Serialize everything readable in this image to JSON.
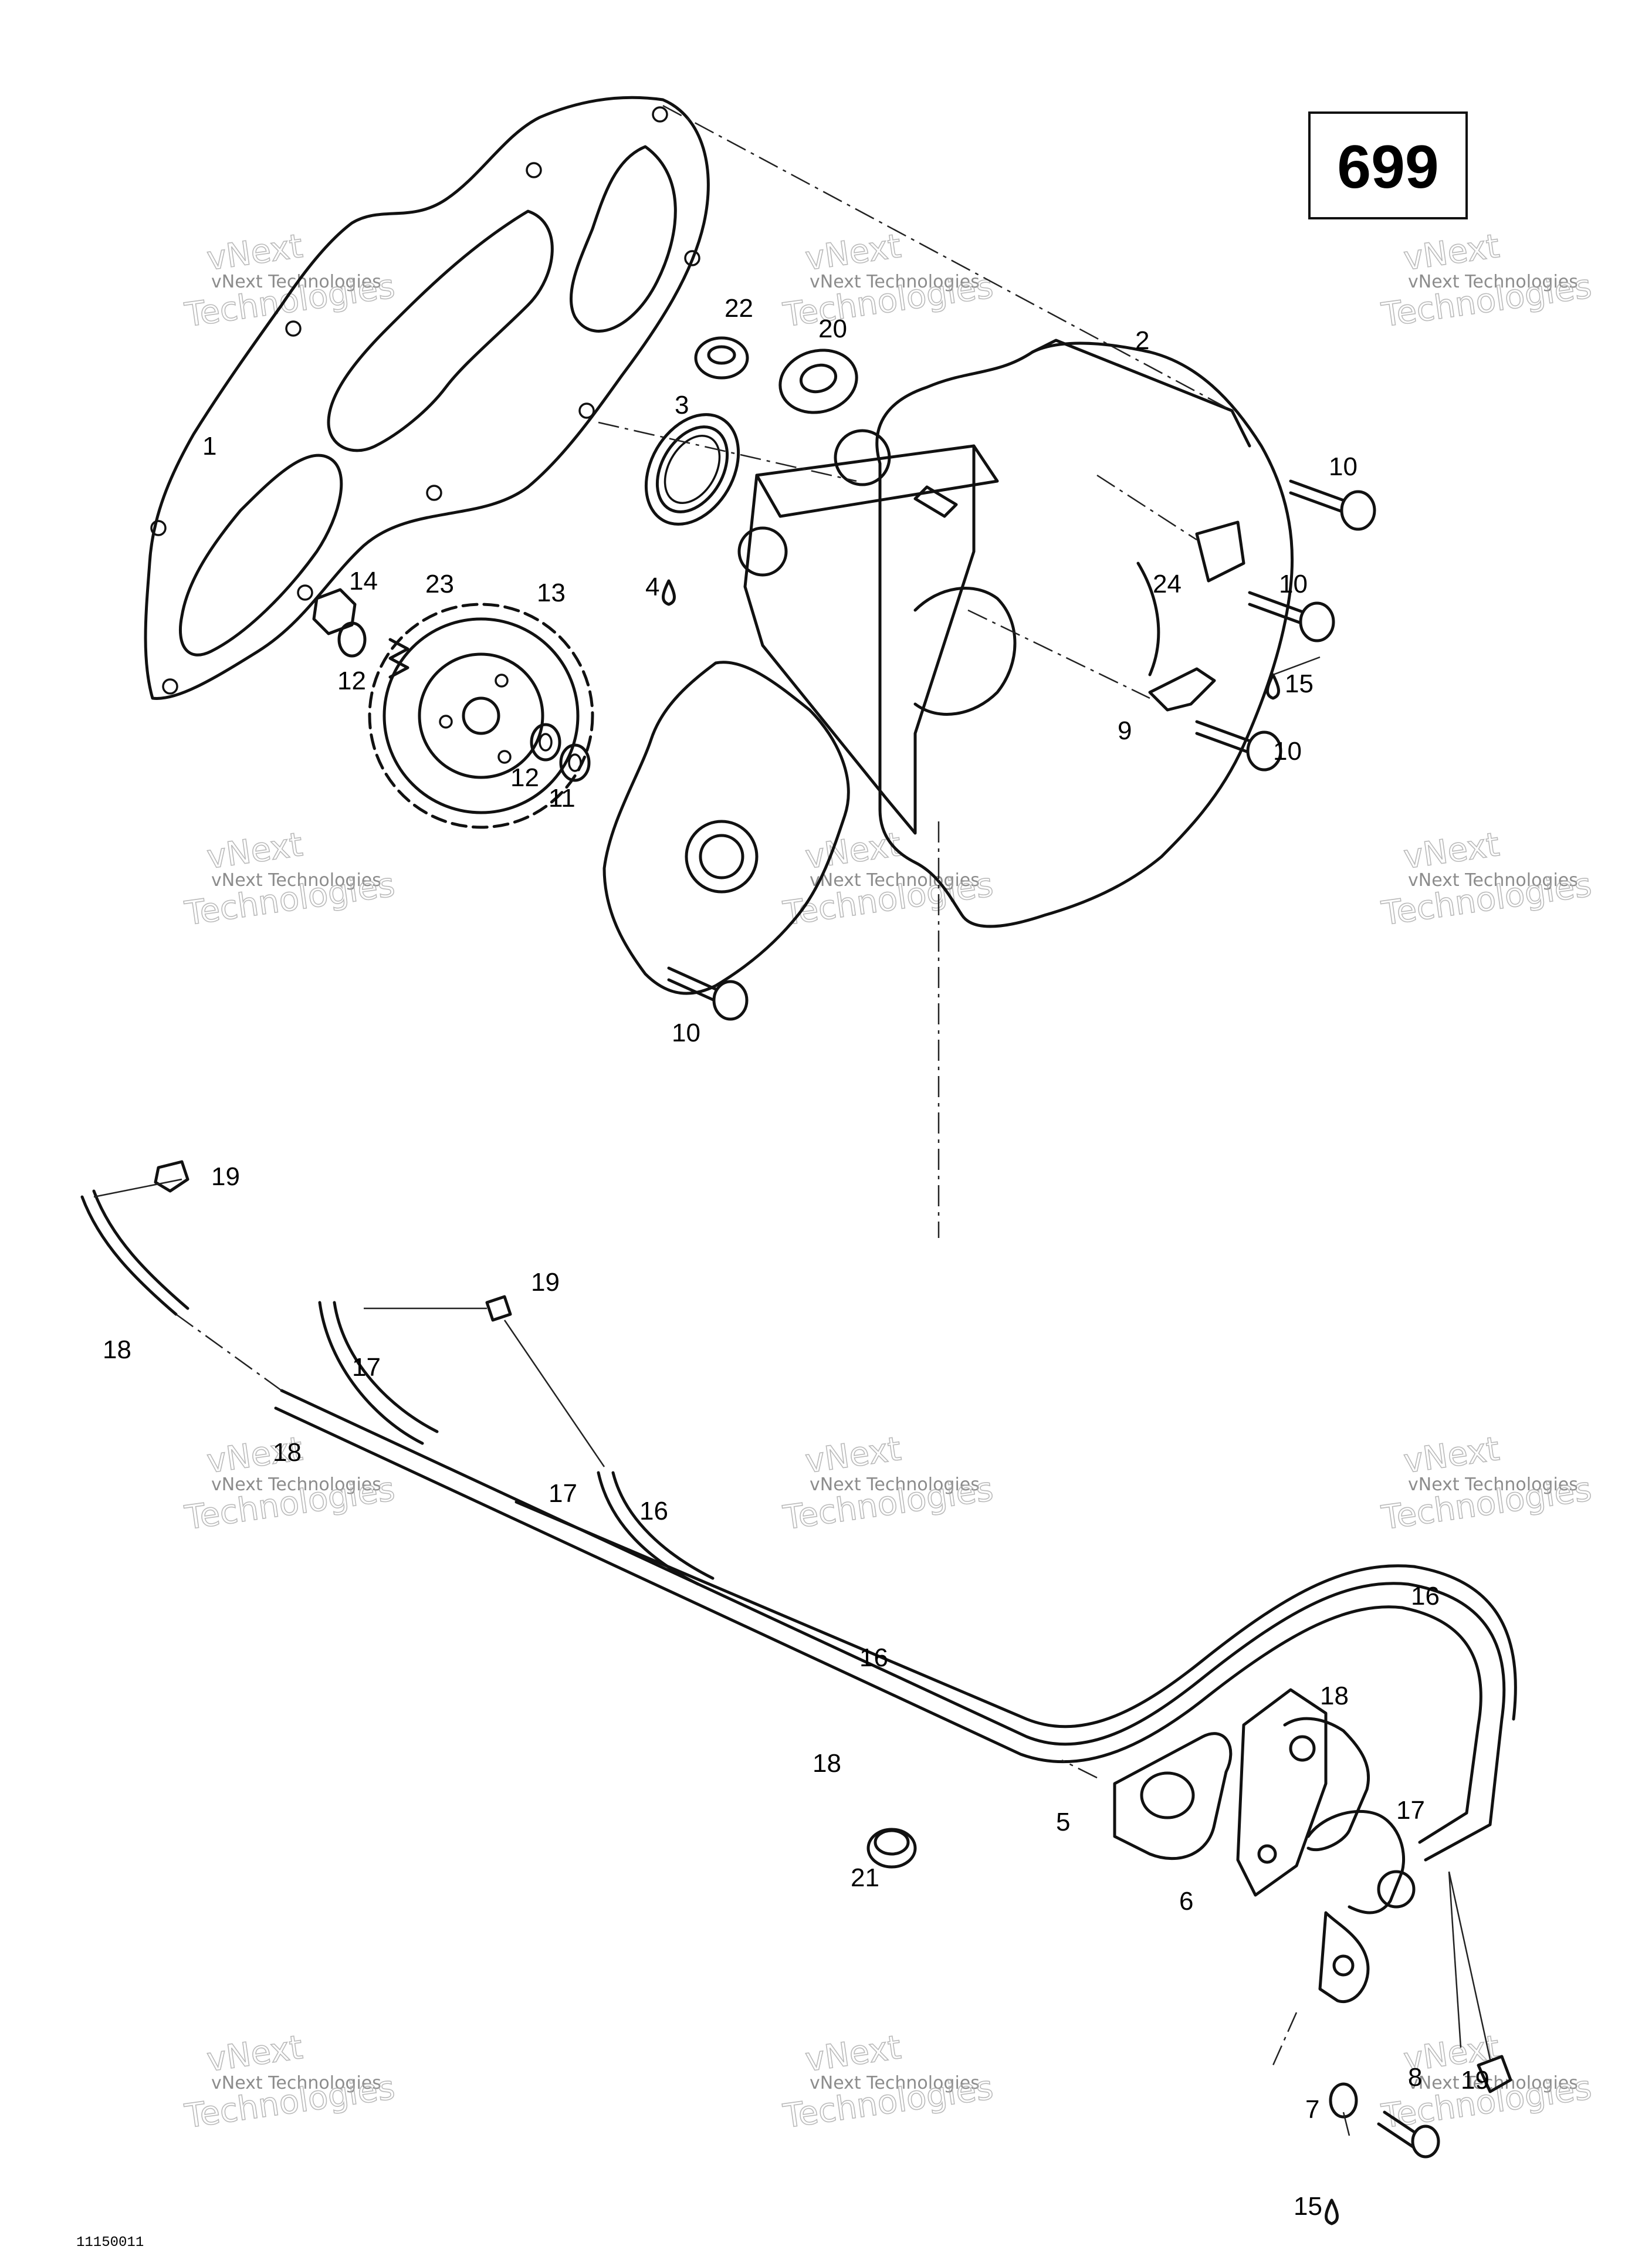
{
  "diagram_ref": "699",
  "image_code": "11150011",
  "watermark": {
    "line1": "vNext Technologies",
    "line2": "Technologies",
    "line3": "vNext"
  },
  "callouts": {
    "c1": "1",
    "c2": "2",
    "c3": "3",
    "c4": "4",
    "c5": "5",
    "c6": "6",
    "c7": "7",
    "c8": "8",
    "c9": "9",
    "c10": "10",
    "c11": "11",
    "c12": "12",
    "c13": "13",
    "c14": "14",
    "c15": "15",
    "c16": "16",
    "c17": "17",
    "c18": "18",
    "c19": "19",
    "c20": "20",
    "c21": "21",
    "c22": "22",
    "c23": "23",
    "c24": "24"
  }
}
